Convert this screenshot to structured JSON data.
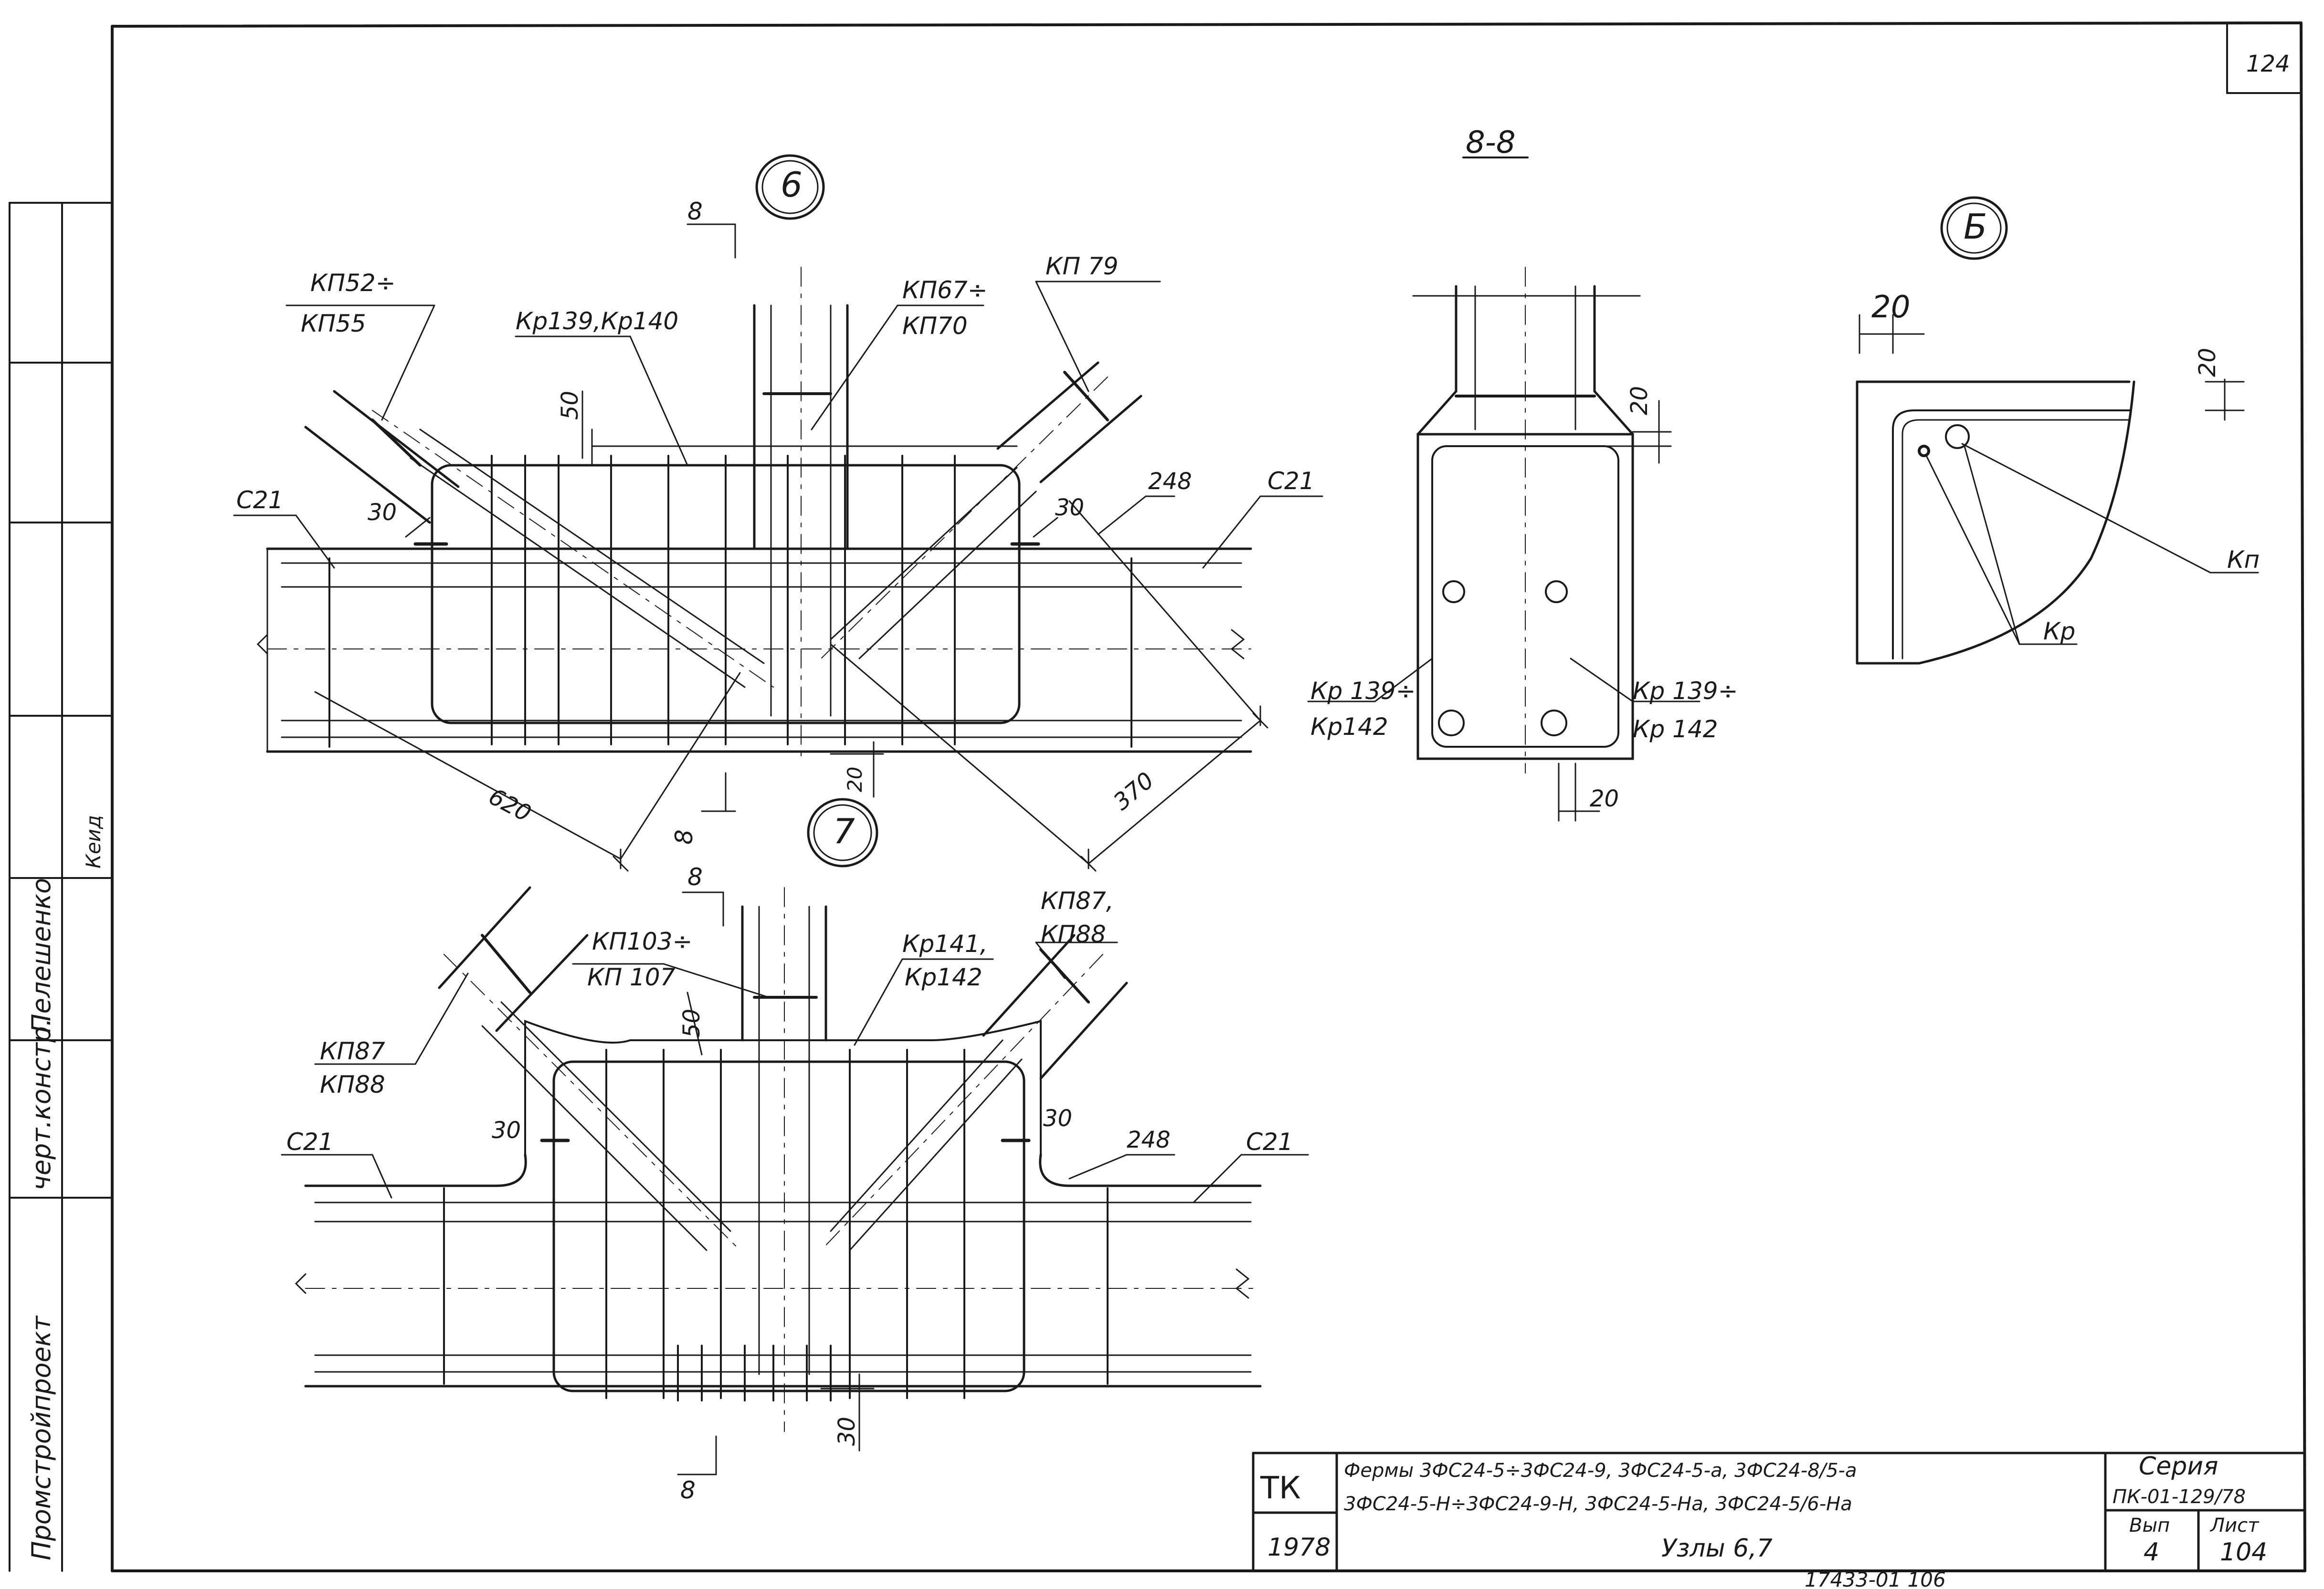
{
  "sheet": {
    "corner_number": "124",
    "bottom_note": "17433-01 106"
  },
  "nodes": {
    "node6": "6",
    "node7": "7",
    "nodeB": "Б",
    "section_title": "8-8"
  },
  "node6_labels": {
    "kp52": "КП52÷",
    "kp55": "КП55",
    "kr139_140": "Кр139,Кр140",
    "kp67": "КП67÷",
    "kp70": "КП70",
    "kp79": "КП 79",
    "c21_left": "С21",
    "c21_right": "С21",
    "d248": "248",
    "d50": "50",
    "d30_left": "30",
    "d30_right": "30",
    "d620": "620",
    "d370": "370",
    "d20": "20",
    "cut_mark_top": "8",
    "cut_mark_bottom": "8"
  },
  "section_labels": {
    "d20_top": "20",
    "d20_bottom": "20",
    "kr139_left": "Кр 139÷",
    "kr142_left": "Кр142",
    "kr139_right": "Кр 139÷",
    "kr142_right": "Кр 142"
  },
  "detailB_labels": {
    "d20_h": "20",
    "d20_v": "20",
    "kp": "Кп",
    "kr": "Кр"
  },
  "node7_labels": {
    "cut_mark_top": "8",
    "cut_mark_bottom": "8",
    "kp103": "КП103÷",
    "kp107": "КП 107",
    "kr141": "Кр141,",
    "kr142": "Кр142",
    "kp87_right": "КП87,",
    "kp88_right": "КП88",
    "kp87_left": "КП87",
    "kp88_left": "КП88",
    "c21_left": "С21",
    "c21_right": "С21",
    "d50": "50",
    "d30_left": "30",
    "d30_right": "30",
    "d248": "248",
    "d30_bottom": "30"
  },
  "side_stamp": {
    "org": "Промстройпроект",
    "role": "черт.констр.",
    "name": "Пелешенко",
    "sign": "Кеид"
  },
  "title_block": {
    "logo": "ТК",
    "year": "1978",
    "line1": "Фермы 3ФС24-5÷3ФС24-9, 3ФС24-5-а, 3ФС24-8/5-а",
    "line2": "3ФС24-5-Н÷3ФС24-9-Н, 3ФС24-5-На, 3ФС24-5/6-На",
    "line3": "Узлы 6,7",
    "series_label": "Серия",
    "series_value": "ПК-01-129/78",
    "issue_label": "Вып",
    "issue_value": "4",
    "sheet_label": "Лист",
    "sheet_value": "104"
  },
  "colors": {
    "ink": "#1a1a1a",
    "paper": "#ffffff"
  }
}
